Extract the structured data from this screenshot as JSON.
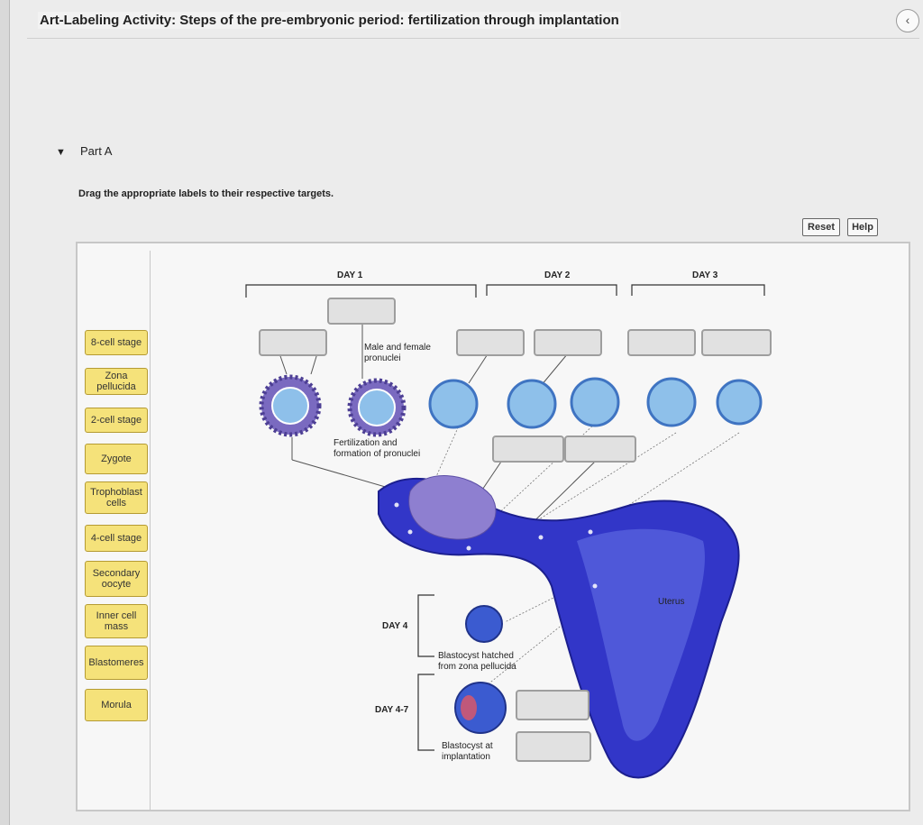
{
  "header": {
    "title": "Art-Labeling Activity: Steps of the pre-embryonic period: fertilization through implantation",
    "back_icon": "‹"
  },
  "part": {
    "toggle_icon": "▼",
    "label": "Part A"
  },
  "instructions": "Drag the appropriate labels to their respective targets.",
  "toolbar": {
    "reset_label": "Reset",
    "help_label": "Help"
  },
  "label_bank": [
    "8-cell stage",
    "Zona pellucida",
    "2-cell stage",
    "Zygote",
    "Trophoblast cells",
    "4-cell stage",
    "Secondary oocyte",
    "Inner cell mass",
    "Blastomeres",
    "Morula"
  ],
  "diagram": {
    "day1": "DAY 1",
    "day2": "DAY 2",
    "day3": "DAY 3",
    "day4": "DAY 4",
    "day4_7": "DAY 4-7",
    "pronuclei_line1": "Male and female",
    "pronuclei_line2": "pronuclei",
    "fertilization_line1": "Fertilization and",
    "fertilization_line2": "formation of pronuclei",
    "hatched_line1": "Blastocyst hatched",
    "hatched_line2": "from zona pellucida",
    "implantation_line1": "Blastocyst at",
    "implantation_line2": "implantation",
    "uterus": "Uterus"
  },
  "colors": {
    "label_fill": "#f5e27a",
    "target_fill": "#e1e1e1",
    "tube_blue": "#2f35c9",
    "cell_blue": "#7fb6e6",
    "oocyte_purple": "#6f64b8"
  }
}
